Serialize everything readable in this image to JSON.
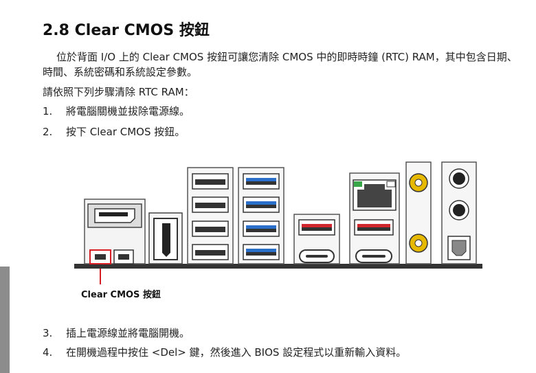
{
  "heading": "2.8 Clear CMOS 按鈕",
  "para1": "位於背面 I/O 上的 Clear CMOS 按鈕可讓您清除 CMOS 中的即時時鐘 (RTC) RAM，其中包含日期、時間、系統密碼和系統設定參數。",
  "para2": "請依照下列步驟清除 RTC RAM：",
  "steps_top": [
    {
      "num": "1.",
      "text": "將電腦關機並拔除電源線。"
    },
    {
      "num": "2.",
      "text": "按下 Clear CMOS 按鈕。"
    }
  ],
  "callout_label": "Clear CMOS 按鈕",
  "steps_bottom": [
    {
      "num": "3.",
      "text": "插上電源線並將電腦開機。"
    },
    {
      "num": "4.",
      "text": "在開機過程中按住 <Del> 鍵，然後進入 BIOS 設定程式以重新輸入資料。"
    }
  ],
  "colors": {
    "highlight": "#d81c24",
    "usb3_blue": "#2a6fc9",
    "usb_red": "#d0262e",
    "audio_gold": "#e6b800"
  }
}
